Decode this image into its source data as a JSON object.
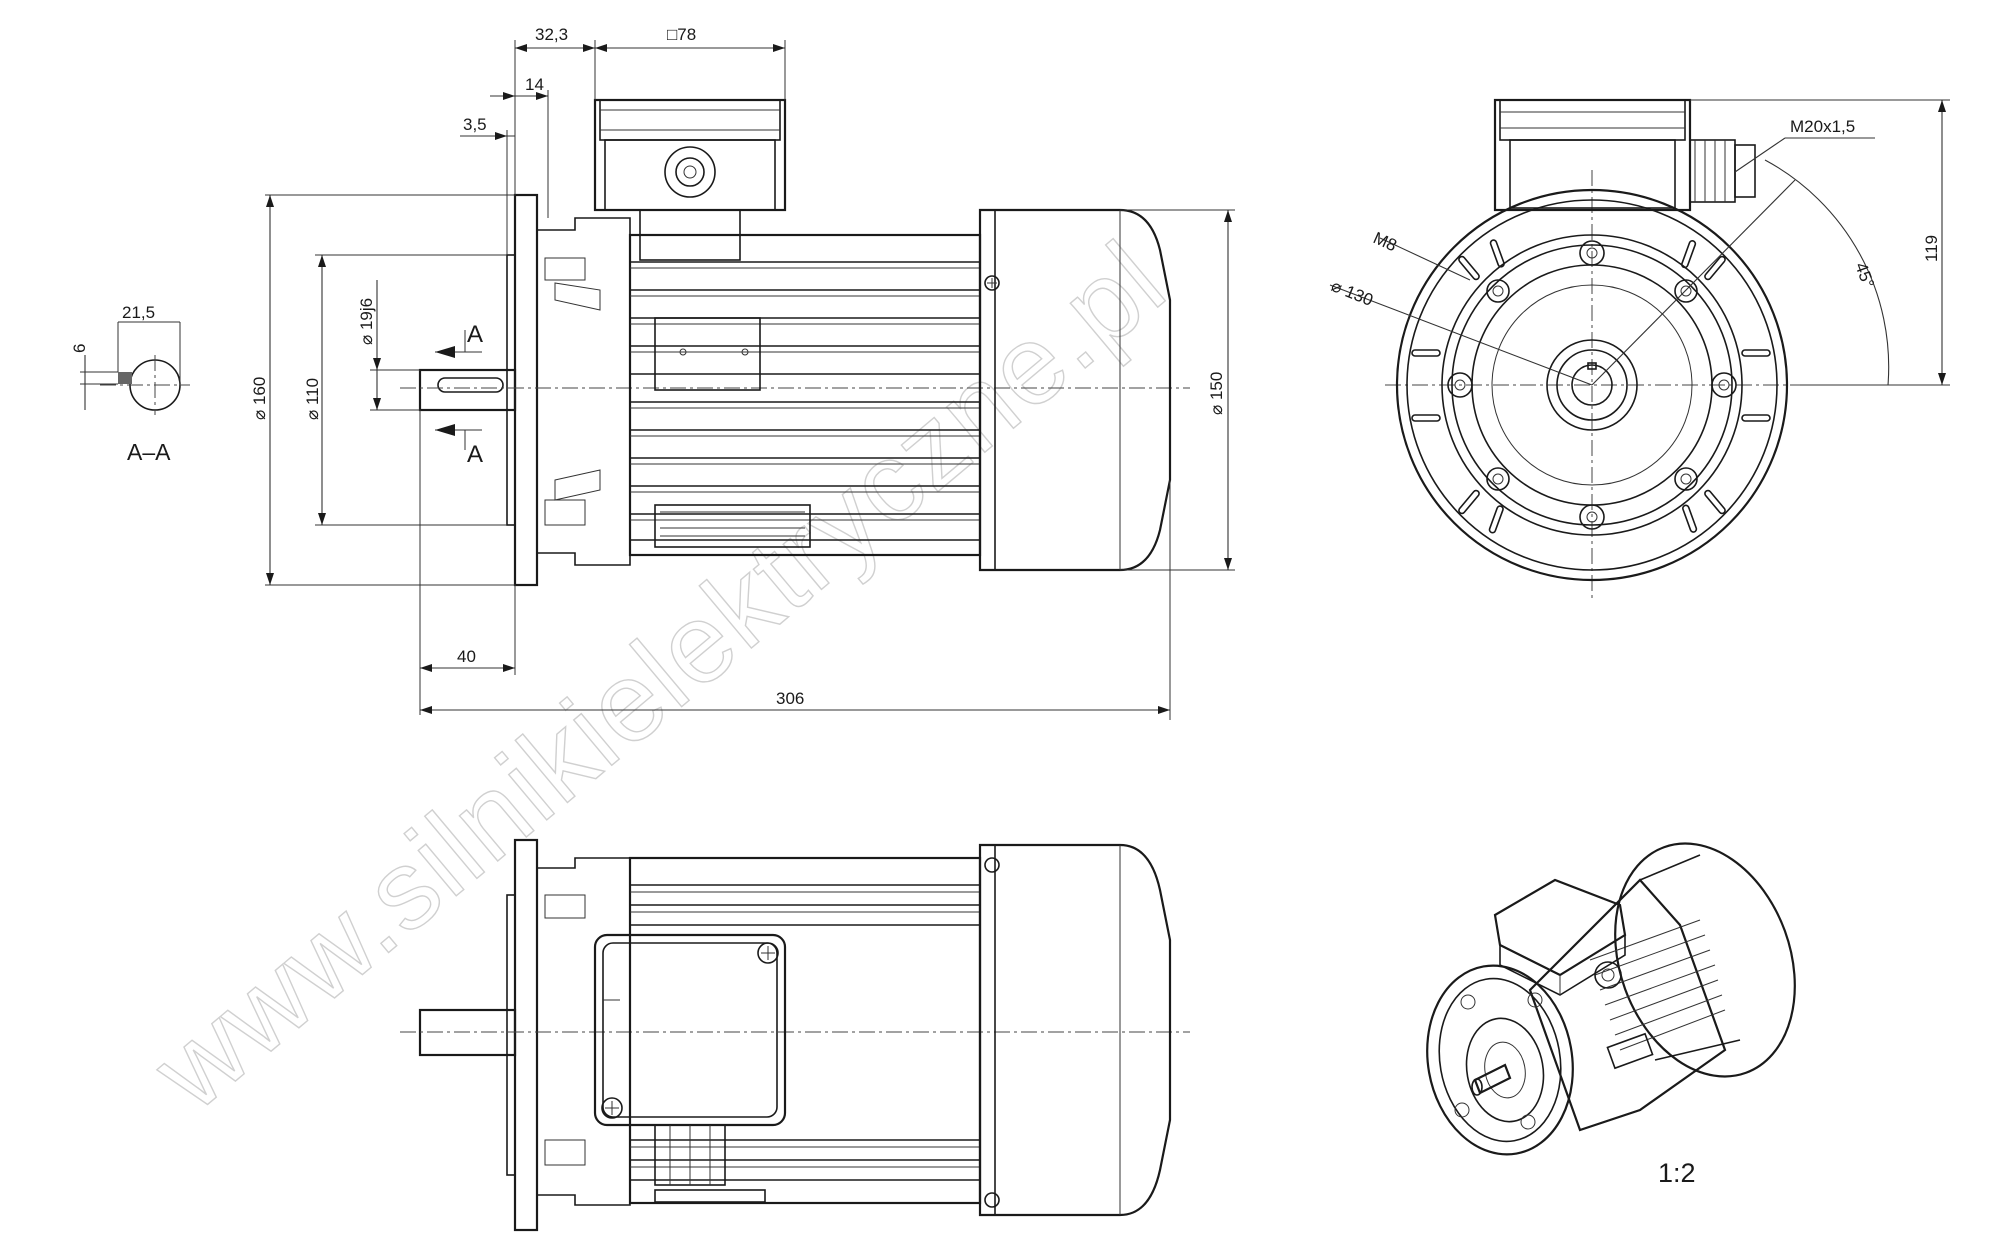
{
  "drawing": {
    "dimensions": {
      "d_32_3": "32,3",
      "d_sq78": "□78",
      "d_14": "14",
      "d_3_5": "3,5",
      "d_21_5": "21,5",
      "d_6": "6",
      "d_160": "⌀ 160",
      "d_110": "⌀ 110",
      "d_19j6": "⌀ 19j6",
      "d_150": "⌀ 150",
      "d_40": "40",
      "d_306": "306",
      "d_119": "119",
      "d_m20": "M20x1,5",
      "d_m8": "M8",
      "d_130": "⌀ 130",
      "d_45": "45°"
    },
    "section": {
      "marker_top": "A",
      "marker_bottom": "A",
      "label": "A–A"
    },
    "scale": "1:2",
    "watermark": "www.silnikielektryczne.pl"
  }
}
